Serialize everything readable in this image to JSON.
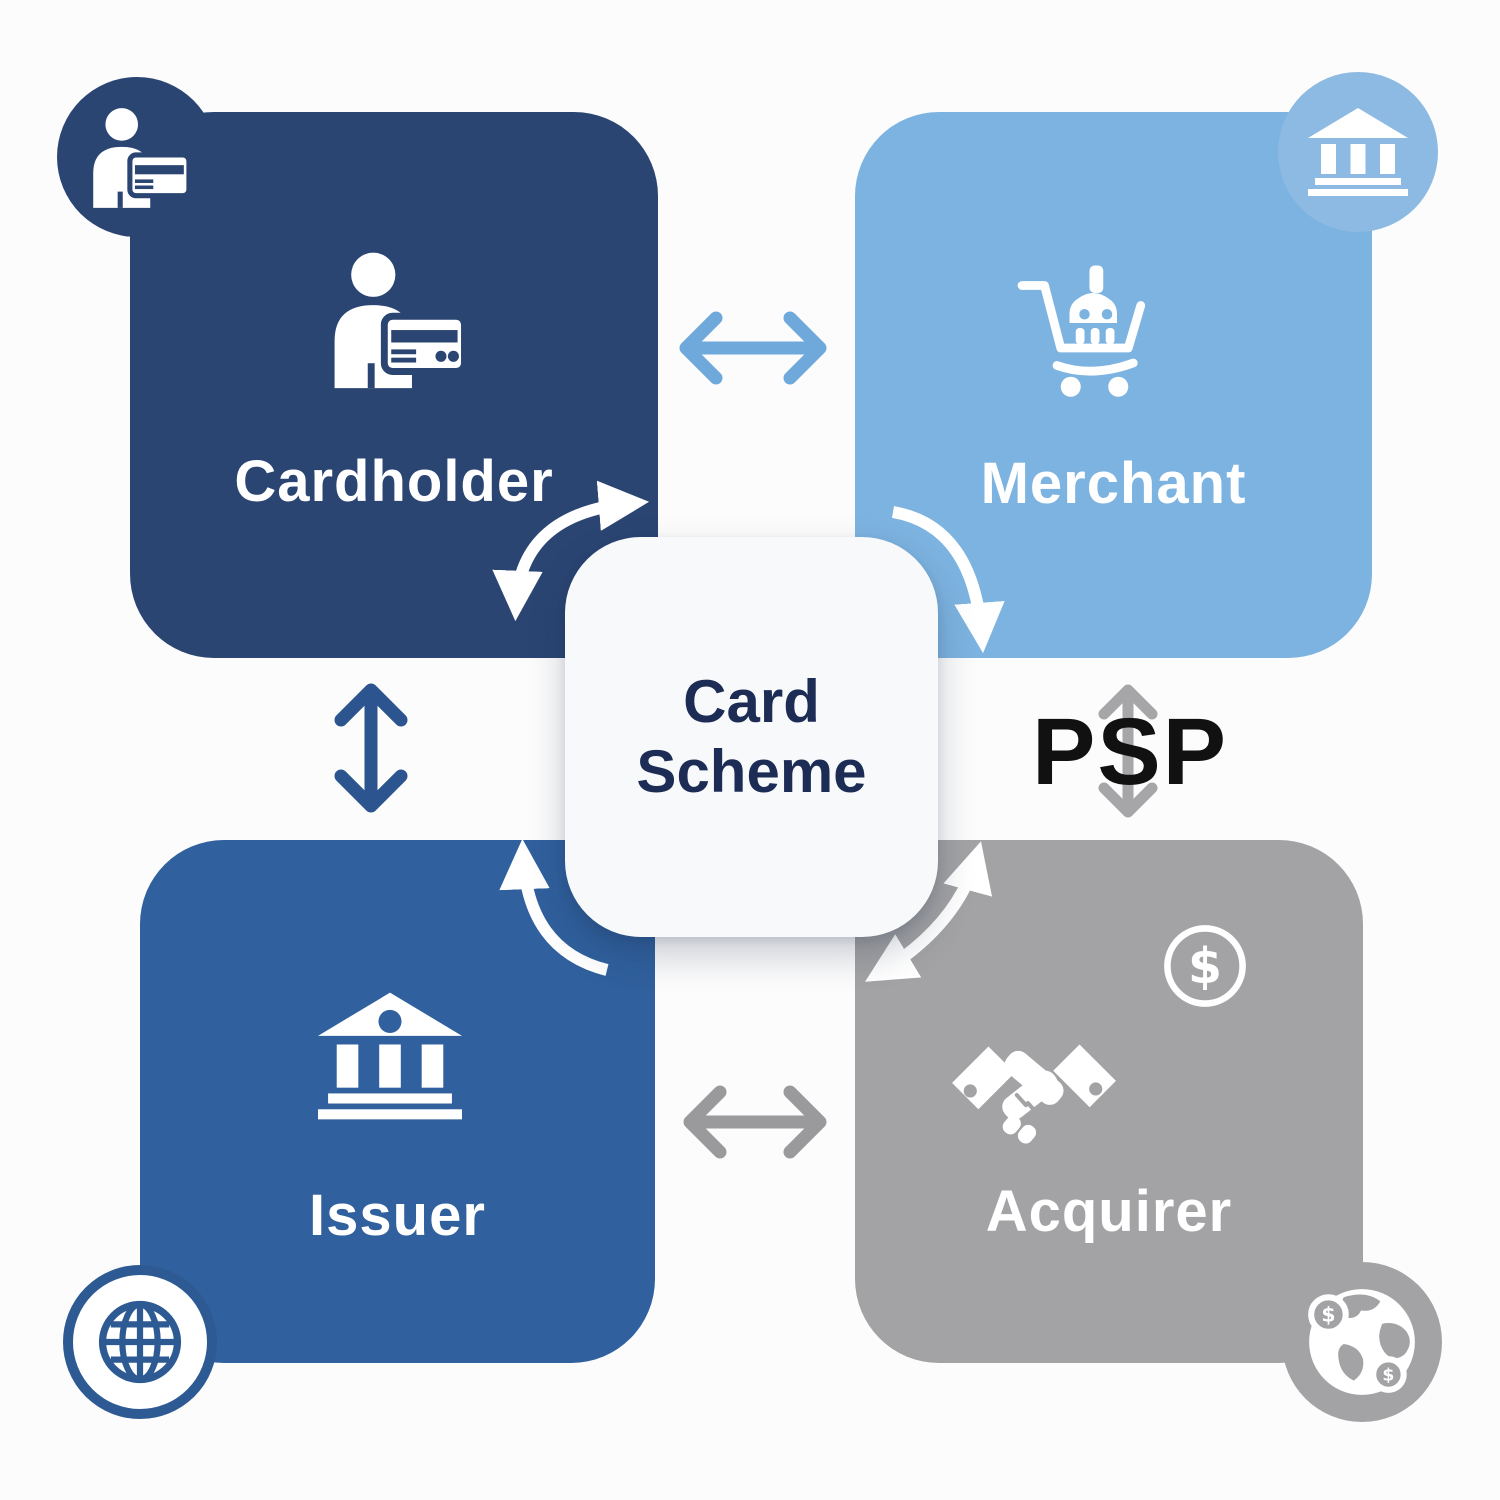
{
  "nodes": {
    "cardholder": {
      "label": "Cardholder",
      "icon": "person-card-icon"
    },
    "merchant": {
      "label": "Merchant",
      "icon": "shopping-cart-icon"
    },
    "issuer": {
      "label": "Issuer",
      "icon": "bank-icon"
    },
    "acquirer": {
      "label": "Acquirer",
      "icon": "handshake-icon",
      "secondary_icon": "dollar-circle-icon"
    },
    "card_scheme": {
      "label": "Card Scheme"
    },
    "psp": {
      "label": "PSP"
    }
  },
  "badges": {
    "top_left": {
      "icon": "person-card-icon"
    },
    "top_right": {
      "icon": "bank-icon"
    },
    "bottom_left": {
      "icon": "globe-icon"
    },
    "bottom_right": {
      "icon": "earth-coins-icon"
    }
  },
  "arrows": [
    {
      "from": "cardholder",
      "to": "merchant",
      "heads": "double",
      "style": "straight-horizontal"
    },
    {
      "from": "cardholder",
      "to": "issuer",
      "heads": "double",
      "style": "straight-vertical"
    },
    {
      "from": "issuer",
      "to": "acquirer",
      "heads": "double",
      "style": "straight-horizontal"
    },
    {
      "from": "merchant",
      "to": "acquirer",
      "heads": "double",
      "style": "straight-vertical-through-psp"
    },
    {
      "from": "cardholder",
      "to": "card_scheme",
      "heads": "double",
      "style": "curved"
    },
    {
      "from": "merchant",
      "to": "card_scheme",
      "heads": "single",
      "style": "curved"
    },
    {
      "from": "issuer",
      "to": "card_scheme",
      "heads": "single",
      "style": "curved"
    },
    {
      "from": "acquirer",
      "to": "card_scheme",
      "heads": "double",
      "style": "curved"
    }
  ],
  "glyphs": {
    "dollar": "$"
  },
  "colors": {
    "navy": "#2B4573",
    "blue": "#30609D",
    "light_blue": "#7DB3E0",
    "badge_blue": "#8CBAE2",
    "gray": "#A3A3A5",
    "card_bg": "#F8F9FB",
    "card_text": "#1C2C55",
    "psp_text": "#111111",
    "arrow_blue": "#6FA9DC",
    "arrow_navy": "#2C5590",
    "arrow_gray": "#9A9A9C",
    "psp_arrow": "#A6A6A8",
    "page_bg": "#FCFCFC",
    "ring_blue": "#2E5A94"
  }
}
